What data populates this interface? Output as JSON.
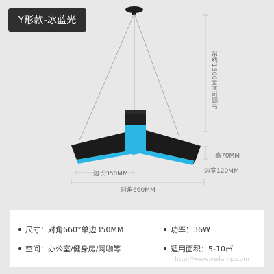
{
  "badge": {
    "title": "Y形款-冰蓝光"
  },
  "colors": {
    "glow": "#2bb7e6",
    "body": "#1b1b1b",
    "badge_bg": "#2f2f2f"
  },
  "dimensions": {
    "cable": "吊线1500MM可调节",
    "height": "高70MM",
    "arm_length": "边长350MM",
    "arm_width": "边宽120MM",
    "diagonal": "对角660MM"
  },
  "specs": {
    "size_label": "尺寸：",
    "size_value": "对角660*单边350MM",
    "power_label": "功率：",
    "power_value": "36W",
    "space_label": "空间：",
    "space_value": "办公室/健身房/网咖等",
    "area_label": "适用面积：",
    "area_value": "5-10㎡"
  },
  "watermark": "http://www.ywlamp.com"
}
